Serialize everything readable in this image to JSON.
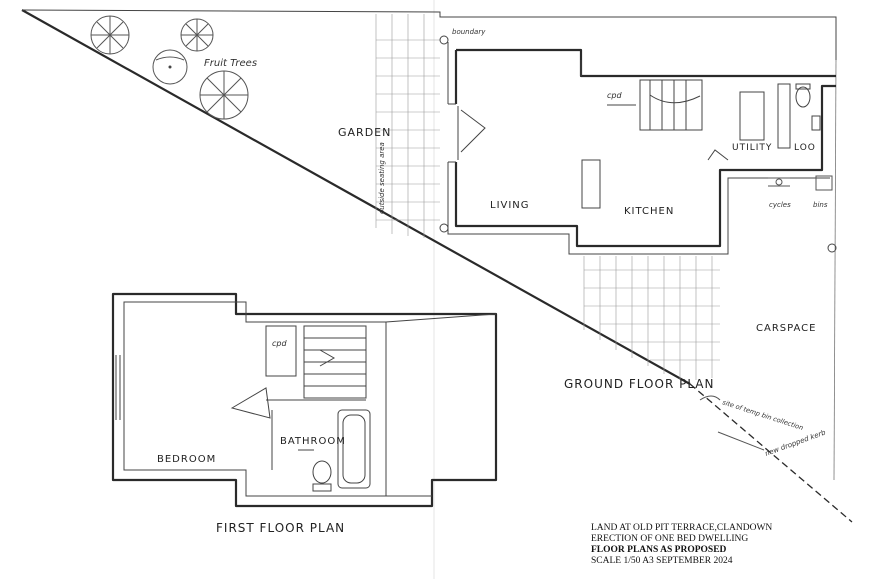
{
  "labels": {
    "garden": "GARDEN",
    "living": "LIVING",
    "kitchen": "KITCHEN",
    "utility": "UTILITY",
    "loo": "LOO",
    "cpd_ground": "cpd",
    "cpd_first": "cpd",
    "fruit_trees": "Fruit Trees",
    "outside_seating": "outside seating area",
    "cycles": "cycles",
    "bins": "bins",
    "carspace": "CARSPACE",
    "ground_floor_plan": "GROUND FLOOR PLAN",
    "first_floor_plan": "FIRST FLOOR PLAN",
    "bedroom": "BEDROOM",
    "bathroom": "BATHROOM",
    "boundary_note": "boundary",
    "bin_collection": "site of temp bin collection",
    "new_dropped_kerb": "new dropped kerb"
  },
  "title_block": {
    "line1": "LAND AT OLD PIT TERRACE,CLANDOWN",
    "line2": "ERECTION OF ONE BED DWELLING",
    "line3": "FLOOR PLANS AS PROPOSED",
    "line4": "SCALE 1/50 A3   SEPTEMBER 2024"
  }
}
